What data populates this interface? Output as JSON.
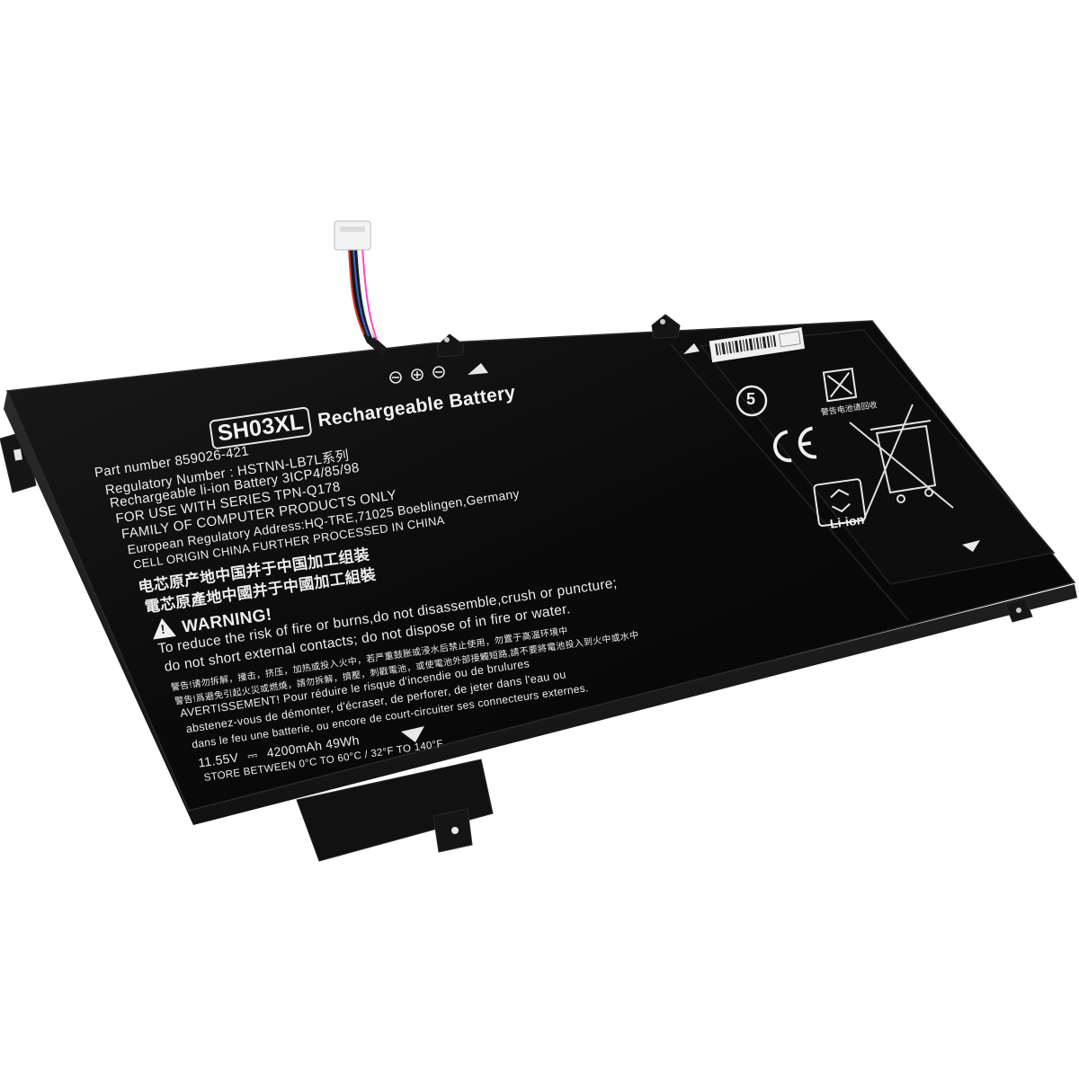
{
  "product": {
    "model_code": "SH03XL",
    "title_suffix": "Rechargeable Battery"
  },
  "terminal_symbols": "⊖ ⊕ ⊖",
  "label_lines": [
    "Part number  859026-421",
    "Regulatory Number :  HSTNN-LB7L系列",
    "Rechargeable li-ion Battery   3ICP4/85/98",
    "FOR USE WITH SERIES TPN-Q178",
    "FAMILY OF COMPUTER PRODUCTS ONLY",
    "European Regulatory Address:HQ-TRE,71025 Boeblingen,Germany",
    "CELL ORIGIN CHINA FURTHER PROCESSED IN CHINA",
    "电芯原产地中国并于中国加工组装",
    "電芯原產地中國并于中國加工組裝"
  ],
  "warning": {
    "heading": "WARNING!",
    "lines": [
      "To reduce the risk of fire or burns,do not disassemble,crush or puncture;",
      "do not short external contacts; do not dispose of in fire or water.",
      "警告!请勿拆解，撞击，挤压，加热或投入火中，若严重鼓胀或浸水后禁止使用，勿置于高温环境中",
      "警告!爲避免引起火災或燃燒，請勿拆解，擠壓，刺戳電池，或使電池外部接觸短路,請不要將電池投入到火中或水中",
      "AVERTISSEMENT! Pour réduire le risque d'incendie ou de brulures",
      "abstenez-vous de démonter, d'écraser, de perforer, de jeter dans l'eau ou",
      "dans le feu une batterie, ou encore de court-circuiter ses connecteurs externes."
    ]
  },
  "specs": {
    "voltage": "11.55V",
    "dc_symbol": "⎓",
    "capacity": "4200mAh  49Wh",
    "storage": "STORE  BETWEEN  0°C TO 60°C / 32°F  TO  140°F"
  },
  "right_panel": {
    "circle_number": "5",
    "ce_mark": "CE",
    "chem_label": "Li-ion",
    "recycle_caption": "警告电池请回收"
  },
  "colors": {
    "battery_body": "#0b0b0b",
    "label_text": "#f0f0f0",
    "connector": "#f2f2f2"
  }
}
